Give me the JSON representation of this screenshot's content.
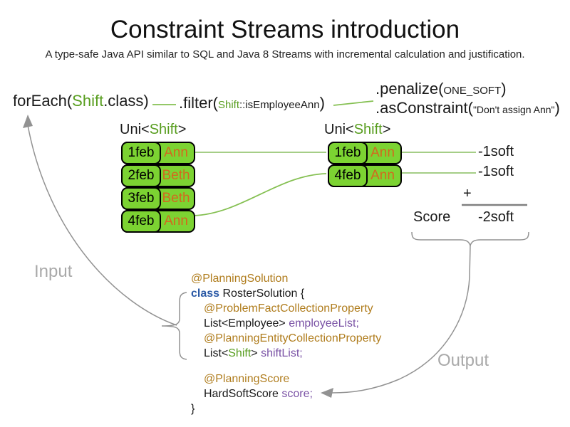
{
  "title": "Constraint Streams introduction",
  "subtitle": "A type-safe Java API similar to SQL and Java 8 Streams with incremental calculation and justification.",
  "flow": {
    "foreach": {
      "pre": "forEach(",
      "type": "Shift",
      "post": ".class)"
    },
    "filter": {
      "pre": ".filter(",
      "arg_type": "Shift",
      "arg_rest": "::isEmployeeAnn",
      "post": ")"
    },
    "penalize": {
      "pre": ".penalize(",
      "arg": "ONE_SOFT",
      "post": ")"
    },
    "as_constraint": {
      "pre": ".asConstraint(",
      "arg": "\"Don't assign Ann\"",
      "post": ")"
    }
  },
  "left_stream": {
    "label": {
      "pre": "Uni<",
      "type": "Shift",
      "post": ">"
    },
    "rows": [
      {
        "date": "1feb",
        "name": "Ann"
      },
      {
        "date": "2feb",
        "name": "Beth"
      },
      {
        "date": "3feb",
        "name": "Beth"
      },
      {
        "date": "4feb",
        "name": "Ann"
      }
    ]
  },
  "right_stream": {
    "label": {
      "pre": "Uni<",
      "type": "Shift",
      "post": ">"
    },
    "rows": [
      {
        "date": "1feb",
        "name": "Ann"
      },
      {
        "date": "4feb",
        "name": "Ann"
      }
    ]
  },
  "scores": {
    "penalties": [
      "-1soft",
      "-1soft"
    ],
    "plus": "+",
    "score_label": "Score",
    "total": "-2soft"
  },
  "labels": {
    "input": "Input",
    "output": "Output"
  },
  "code": {
    "lines": [
      {
        "indent": 0,
        "tokens": [
          {
            "text": "@PlanningSolution",
            "style": "annotation"
          }
        ]
      },
      {
        "indent": 0,
        "tokens": [
          {
            "text": "class",
            "style": "keyword"
          },
          {
            "text": " RosterSolution {",
            "style": "plain"
          }
        ]
      },
      {
        "indent": 1,
        "tokens": [
          {
            "text": "@ProblemFactCollectionProperty",
            "style": "annotation"
          }
        ]
      },
      {
        "indent": 1,
        "tokens": [
          {
            "text": "List<Employee> ",
            "style": "plain"
          },
          {
            "text": "employeeList;",
            "style": "field"
          }
        ]
      },
      {
        "indent": 1,
        "tokens": [
          {
            "text": "@PlanningEntityCollectionProperty",
            "style": "annotation"
          }
        ]
      },
      {
        "indent": 1,
        "tokens": [
          {
            "text": "List<",
            "style": "plain"
          },
          {
            "text": "Shift",
            "style": "type"
          },
          {
            "text": "> ",
            "style": "plain"
          },
          {
            "text": "shiftList;",
            "style": "field"
          }
        ]
      },
      {
        "indent": 1,
        "spacer": true,
        "tokens": []
      },
      {
        "indent": 1,
        "tokens": [
          {
            "text": "@PlanningScore",
            "style": "annotation"
          }
        ]
      },
      {
        "indent": 1,
        "tokens": [
          {
            "text": "HardSoftScore ",
            "style": "plain"
          },
          {
            "text": "score;",
            "style": "field"
          }
        ]
      },
      {
        "indent": 0,
        "tokens": [
          {
            "text": "}",
            "style": "plain"
          }
        ]
      }
    ]
  },
  "colors": {
    "green_fill": "#7cd332",
    "green_text": "#579d1e",
    "orange": "#d2691e",
    "line_green": "#85c052",
    "line_green_light": "#a5ce87",
    "gray_line": "#929292",
    "gray_label": "#a9a9a9",
    "ann_brown": "#b07d1e",
    "kw_blue": "#2c5aa6",
    "field_purple": "#7a52a5"
  }
}
